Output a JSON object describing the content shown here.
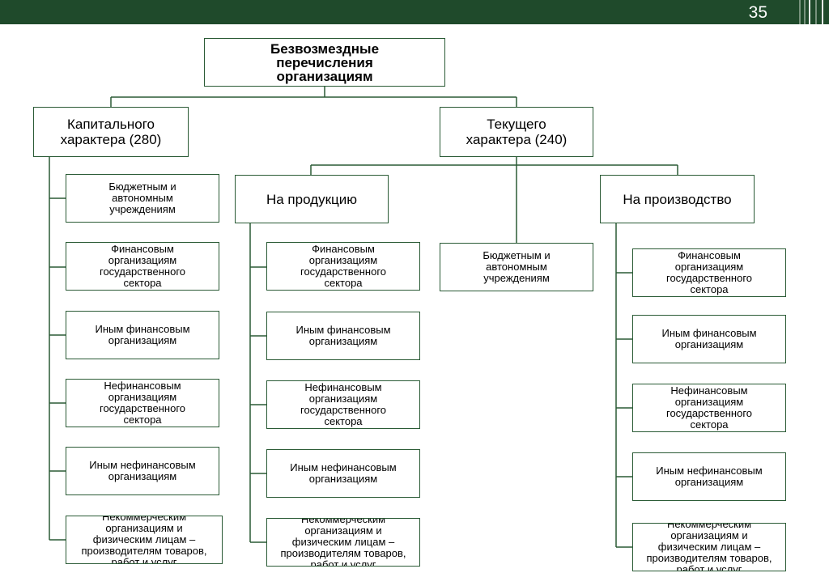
{
  "header": {
    "page_number": "35"
  },
  "diagram": {
    "root": "Безвозмездные\nперечисления\nорганизациям",
    "capital": "Капитального\nхарактера  (280)",
    "current": "Текущего\nхарактера (240)",
    "capital_items": [
      "Бюджетным и\nавтономным\nучреждениям",
      "Финансовым\nорганизациям\nгосударственного\nсектора",
      "Иным финансовым\nорганизациям",
      "Нефинансовым\nорганизациям\nгосударственного\nсектора",
      "Иным нефинансовым\nорганизациям",
      "Некоммерческим\nорганизациям и\nфизическим лицам –\nпроизводителям товаров,\nработ и услуг"
    ],
    "products": "На продукцию",
    "products_items": [
      "Финансовым\nорганизациям\nгосударственного\nсектора",
      "Иным финансовым\nорганизациям",
      "Нефинансовым\nорганизациям\nгосударственного\nсектора",
      "Иным нефинансовым\nорганизациям",
      "Некоммерческим\nорганизациям и\nфизическим лицам –\nпроизводителям товаров,\nработ и услуг"
    ],
    "budget_middle": "Бюджетным и\nавтономным\nучреждениям",
    "production": "На производство",
    "production_items": [
      "Финансовым\nорганизациям\nгосударственного\nсектора",
      "Иным финансовым\nорганизациям",
      "Нефинансовым\nорганизациям\nгосударственного\nсектора",
      "Иным нефинансовым\nорганизациям",
      "Некоммерческим\nорганизациям и\nфизическим лицам –\nпроизводителям товаров,\nработ и услуг"
    ]
  },
  "colors": {
    "header_bar": "#1f4a2b",
    "box_border": "#2a5a35",
    "connector": "#2a5a35"
  }
}
